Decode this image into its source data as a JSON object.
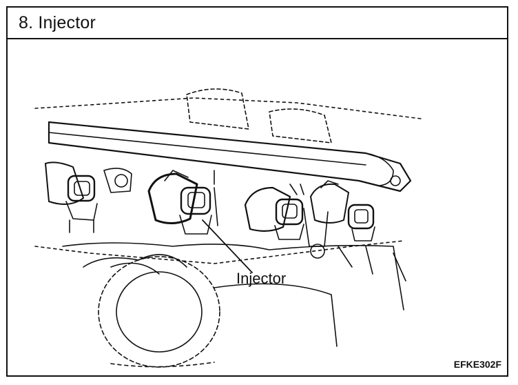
{
  "header": {
    "title": "8. Injector"
  },
  "diagram": {
    "callout_label": "Injector",
    "figure_code": "EFKE302F"
  },
  "colors": {
    "ink": "#111111",
    "background": "#ffffff"
  }
}
